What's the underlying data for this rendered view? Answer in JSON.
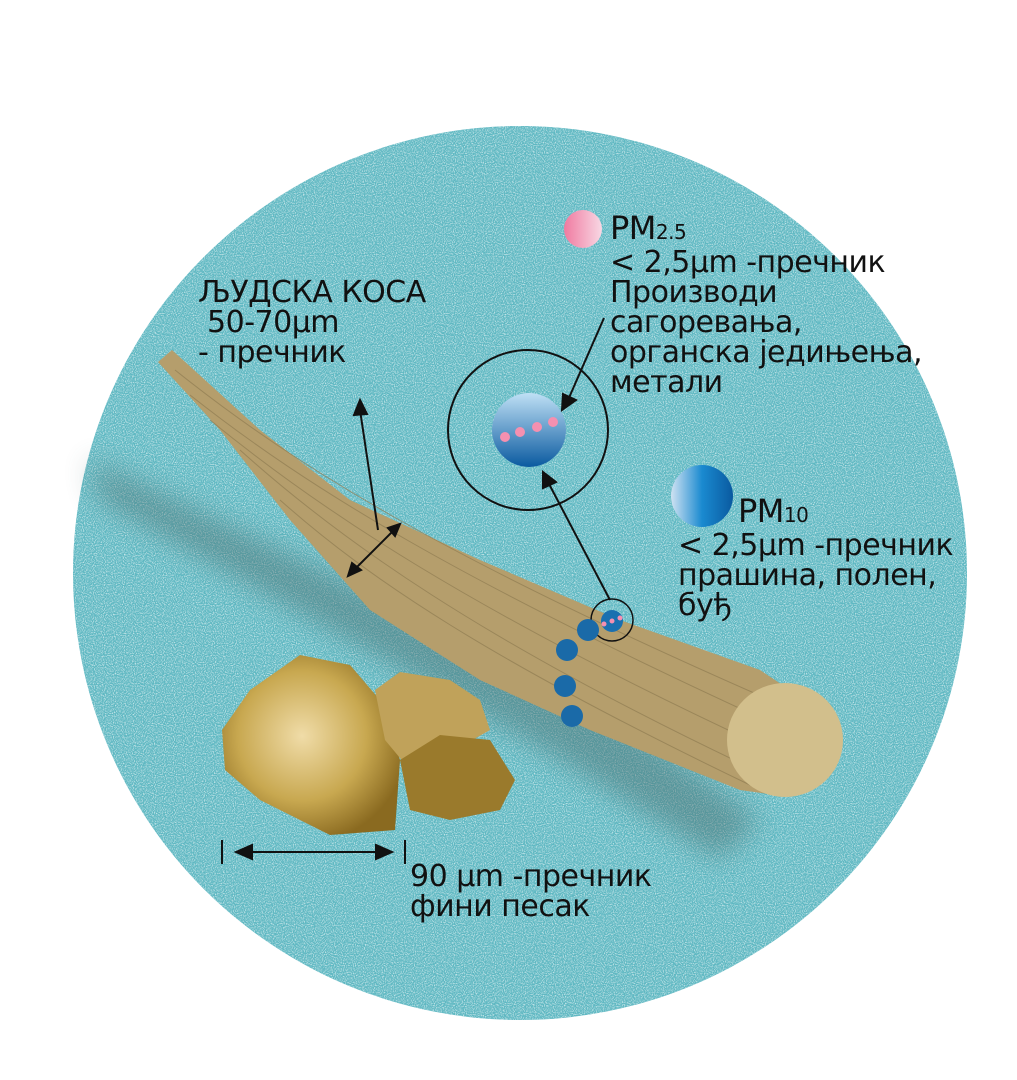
{
  "hair": {
    "title": "ЉУДСКА КОСА",
    "size": " 50-70µm",
    "desc": "- пречник"
  },
  "pm25": {
    "name": "PM",
    "sub": "2.5",
    "lines": [
      "< 2,5µm -пречник",
      "Производи",
      "сагоревања,",
      "органска једињења,",
      "метали"
    ]
  },
  "pm10": {
    "name": "PM",
    "sub": "10",
    "lines": [
      "< 2,5µm -пречник",
      "прашина, полен,",
      "буђ"
    ]
  },
  "sand": {
    "lines": [
      "90 µm -пречник",
      "фини песак"
    ]
  },
  "colors": {
    "background": "#5fb8c2",
    "hair": "#b59e6c",
    "sand": "#a8893a",
    "particle_blue": "#1070b0",
    "particle_pink": "#f08aaa"
  }
}
